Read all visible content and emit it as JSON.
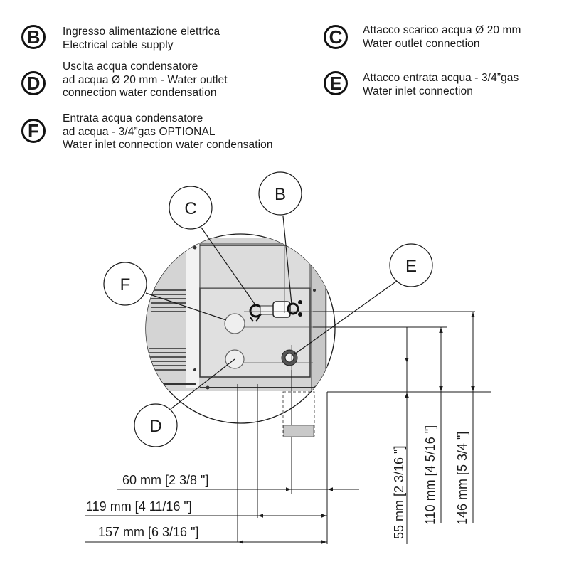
{
  "legend": [
    {
      "letter": "B",
      "lines": [
        "Ingresso alimentazione elettrica",
        "Electrical cable supply"
      ]
    },
    {
      "letter": "C",
      "lines": [
        "Attacco scarico acqua Ø 20 mm",
        "Water outlet connection"
      ]
    },
    {
      "letter": "D",
      "lines": [
        "Uscita acqua condensatore",
        "ad acqua Ø 20 mm - Water outlet",
        "connection water condensation"
      ]
    },
    {
      "letter": "E",
      "lines": [
        "Attacco entrata acqua - 3/4”gas",
        "Water inlet connection"
      ]
    },
    {
      "letter": "F",
      "lines": [
        "Entrata acqua condensatore",
        "ad acqua - 3/4”gas OPTIONAL",
        "Water inlet connection water condensation"
      ]
    }
  ],
  "callouts": {
    "b": "B",
    "c": "C",
    "d": "D",
    "e": "E",
    "f": "F"
  },
  "dimensions": {
    "horizontal": [
      "60 mm [2 3/8 \"]",
      "119 mm [4 11/16 \"]",
      "157 mm [6 3/16 \"]"
    ],
    "vertical": [
      "55 mm [2 3/16 \"]",
      "110 mm [4 5/16 \"]",
      "146 mm [5 3/4 \"]"
    ]
  },
  "colors": {
    "line": "#1a1a1a",
    "panel": "#d9d9d9",
    "panel_dark": "#bdbdbd"
  }
}
